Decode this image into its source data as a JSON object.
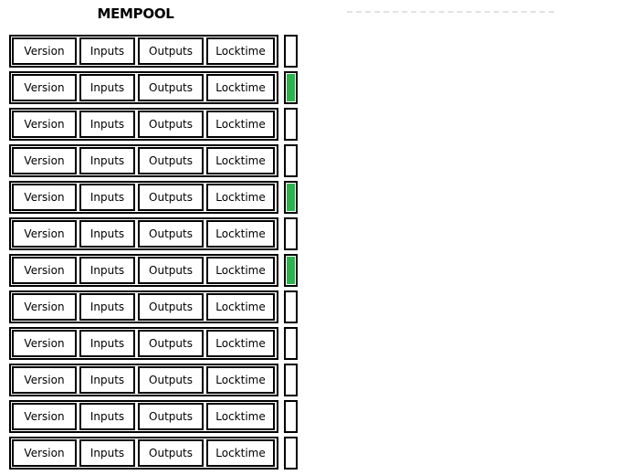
{
  "title": "MEMPOOL",
  "cell_labels": [
    "Version",
    "Inputs",
    "Outputs",
    "Locktime"
  ],
  "status_colors": {
    "green": "#2db24c",
    "white": "#ffffff"
  },
  "colors": {
    "border": "#000000",
    "background": "#ffffff",
    "dashed_line": "#e2e2e2"
  },
  "transactions": [
    {
      "status": "white"
    },
    {
      "status": "green"
    },
    {
      "status": "white"
    },
    {
      "status": "white"
    },
    {
      "status": "green"
    },
    {
      "status": "white"
    },
    {
      "status": "green"
    },
    {
      "status": "white"
    },
    {
      "status": "white"
    },
    {
      "status": "white"
    },
    {
      "status": "white"
    },
    {
      "status": "white"
    }
  ]
}
